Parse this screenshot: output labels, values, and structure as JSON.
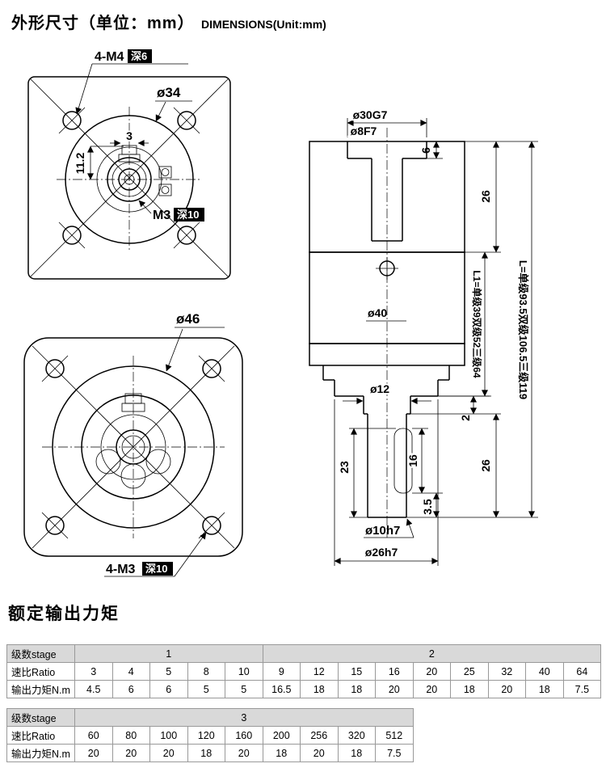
{
  "header": {
    "title_cn": "外形尺寸（单位：mm）",
    "title_en": "DIMENSIONS(Unit:mm)"
  },
  "drawing": {
    "front_view": {
      "corner_holes_prefix": "4-M4",
      "corner_holes_depth": "深6",
      "outer_dia": "ø34",
      "dim_height": "11.2",
      "dim_slot": "3",
      "center_tap_prefix": "M3",
      "center_tap_depth": "深10"
    },
    "rear_view": {
      "outer_dia": "ø46",
      "corner_holes_prefix": "4-M3",
      "corner_holes_depth": "深10"
    },
    "side_view": {
      "pilot_dia": "ø30G7",
      "bore_dia": "ø8F7",
      "pilot_depth": "6",
      "rear_length": "26",
      "body_dia": "ø40",
      "boss_dia": "ø12",
      "boss_step": "2",
      "shaft_length": "23",
      "keyway_length": "16",
      "front_length": "26",
      "keyway_end": "3.5",
      "shaft_dia": "ø10h7",
      "front_pilot_dia": "ø26h7",
      "l1_note": "L1=单级39双级52三级64",
      "l_note": "L=单级93.5双级106.5三级119"
    }
  },
  "torque_section": {
    "title": "额定输出力矩",
    "tables": [
      {
        "stage_row_label": "级数stage",
        "stage_groups": [
          {
            "label": "1",
            "span": 5
          },
          {
            "label": "2",
            "span": 9
          }
        ],
        "ratio_row_label": "速比Ratio",
        "ratios": [
          "3",
          "4",
          "5",
          "8",
          "10",
          "9",
          "12",
          "15",
          "16",
          "20",
          "25",
          "32",
          "40",
          "64"
        ],
        "torque_row_label": "输出力矩N.m",
        "torques": [
          "4.5",
          "6",
          "6",
          "5",
          "5",
          "16.5",
          "18",
          "18",
          "20",
          "20",
          "18",
          "20",
          "18",
          "7.5"
        ]
      },
      {
        "stage_row_label": "级数stage",
        "stage_groups": [
          {
            "label": "3",
            "span": 9
          }
        ],
        "ratio_row_label": "速比Ratio",
        "ratios": [
          "60",
          "80",
          "100",
          "120",
          "160",
          "200",
          "256",
          "320",
          "512"
        ],
        "torque_row_label": "输出力矩N.m",
        "torques": [
          "20",
          "20",
          "20",
          "18",
          "20",
          "18",
          "20",
          "18",
          "7.5"
        ]
      }
    ]
  }
}
